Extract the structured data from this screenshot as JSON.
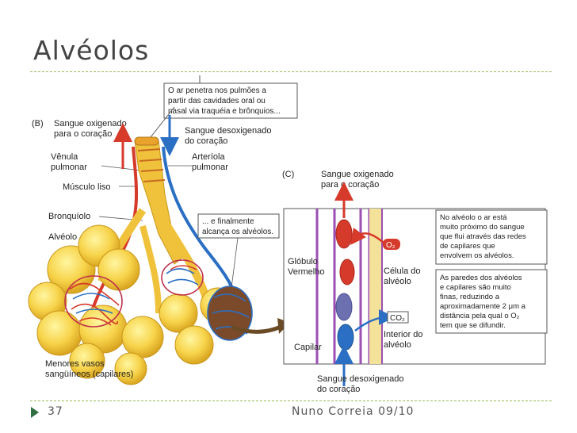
{
  "slide": {
    "title": "Alvéolos",
    "page_number": "37",
    "author": "Nuno Correia 09/10",
    "accent_color": "#9bbb59"
  },
  "diagram": {
    "panel_b": {
      "label": "(B)",
      "top_note": [
        "O ar penetra nos pulmões a",
        "partir das cavidades oral ou",
        "nasal via traquéia e brônquios..."
      ],
      "oxygenated": [
        "Sangue oxigenado",
        "para o coração"
      ],
      "deoxygenated": [
        "Sangue desoxigenado",
        "do coração"
      ],
      "venula": [
        "Vênula",
        "pulmonar"
      ],
      "arteriola": [
        "Arteríola",
        "pulmonar"
      ],
      "musculo": "Músculo liso",
      "bronquiolo": "Bronquíolo",
      "alveolo": "Alvéolo",
      "reach_note": [
        "... e finalmente",
        "alcança os alvéolos."
      ],
      "capillaries": [
        "Menores vasos",
        "sangüíneos (capilares)"
      ]
    },
    "panel_c": {
      "label": "(C)",
      "oxygenated": [
        "Sangue oxigenado",
        "para o coração"
      ],
      "globulo": [
        "Glóbulo",
        "Vermelho"
      ],
      "celula": [
        "Célula do",
        "alvéolo"
      ],
      "interior": [
        "Interior do",
        "alvéolo"
      ],
      "capilar": "Capilar",
      "deoxygenated": [
        "Sangue desoxigenado",
        "do coração"
      ],
      "o2": "O₂",
      "co2": "CO₂",
      "note1": [
        "No alvéolo o ar está",
        "muito próximo do sangue",
        "que flui através das redes",
        "de capilares que",
        "envolvem os alvéolos."
      ],
      "note2": [
        "As paredes dos alvéolos",
        "e capilares são muito",
        "finas, reduzindo a",
        "aproximadamente 2 μm a",
        "distância pela qual o O₂",
        "tem que se difundir."
      ]
    }
  }
}
